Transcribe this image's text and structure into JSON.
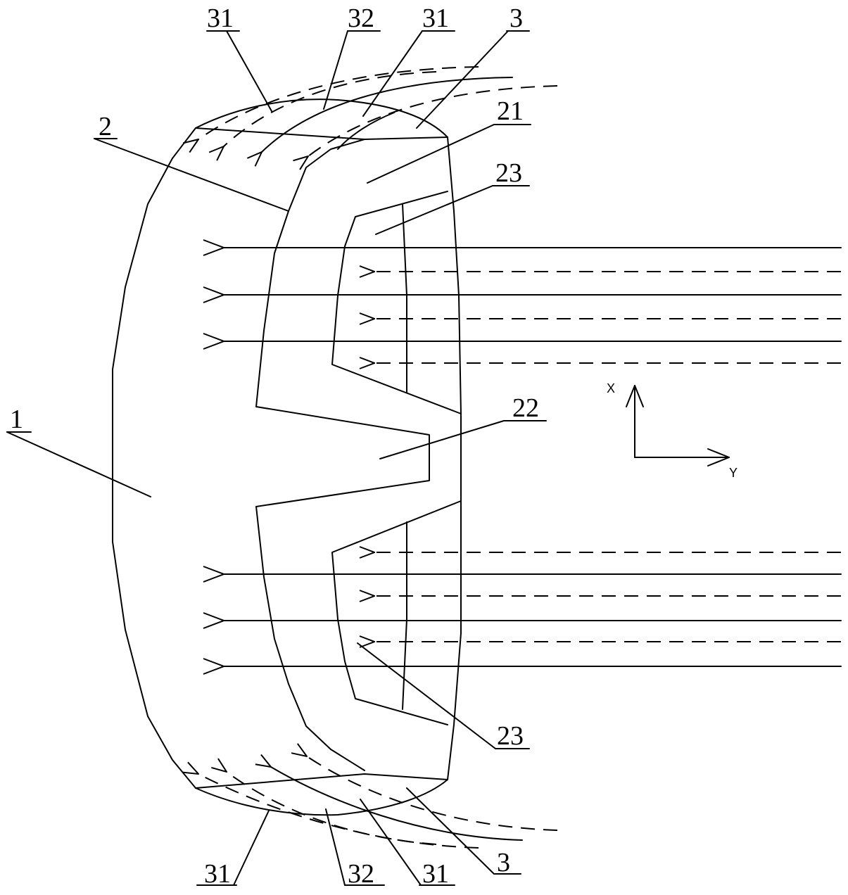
{
  "labels": {
    "top_31_left": "31",
    "top_32": "32",
    "top_31_right": "31",
    "top_3": "3",
    "label_2": "2",
    "label_21": "21",
    "label_23_top": "23",
    "label_1": "1",
    "label_22": "22",
    "label_23_bottom": "23",
    "bottom_31_left": "31",
    "bottom_32": "32",
    "bottom_31_right": "31",
    "bottom_3": "3"
  },
  "axes": {
    "x": "X",
    "y": "Y"
  }
}
